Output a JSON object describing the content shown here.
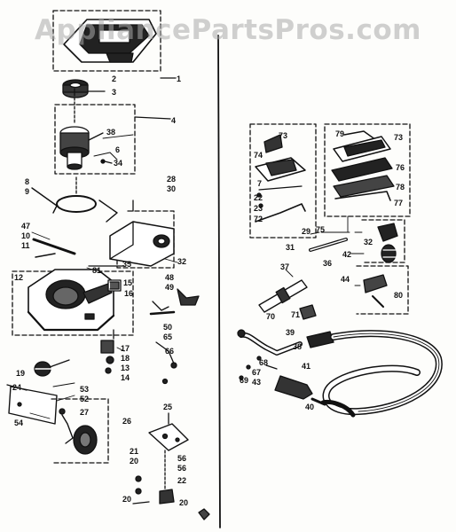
{
  "watermark": "AppliancePartsPros.com",
  "colors": {
    "ink": "#111111",
    "paper": "#fdfdfb",
    "watermark": "#aaaaaa"
  },
  "callouts": {
    "c1": "1",
    "c2": "2",
    "c3": "3",
    "c4": "4",
    "c38a": "38",
    "c6": "6",
    "c34": "34",
    "c8": "8",
    "c9": "9",
    "c28": "28",
    "c30": "30",
    "c47": "47",
    "c10": "10",
    "c11": "11",
    "c35": "35",
    "c32a": "32",
    "c12": "12",
    "c81": "81",
    "c15": "15",
    "c16": "16",
    "c48": "48",
    "c49": "49",
    "c50": "50",
    "c65": "65",
    "c66": "66",
    "c17": "17",
    "c18": "18",
    "c13": "13",
    "c14": "14",
    "c19": "19",
    "c24": "24",
    "c53": "53",
    "c52": "52",
    "c27": "27",
    "c54": "54",
    "c26": "26",
    "c25": "25",
    "c21": "21",
    "c20a": "20",
    "c56": "56",
    "c56b": "56",
    "c22": "22",
    "c20b": "20",
    "c20c": "20",
    "c73a": "73",
    "c74": "74",
    "c7": "7",
    "c22r": "22",
    "c23": "23",
    "c72": "72",
    "c29": "29",
    "c31": "31",
    "c79": "79",
    "c73b": "73",
    "c76": "76",
    "c78": "78",
    "c77": "77",
    "c75": "75",
    "c32b": "32",
    "c42": "42",
    "c36": "36",
    "c37": "37",
    "c44": "44",
    "c80": "80",
    "c70": "70",
    "c71": "71",
    "c39": "39",
    "c38b": "38",
    "c41": "41",
    "c68": "68",
    "c67": "67",
    "c43": "43",
    "c69": "69",
    "c40": "40"
  }
}
